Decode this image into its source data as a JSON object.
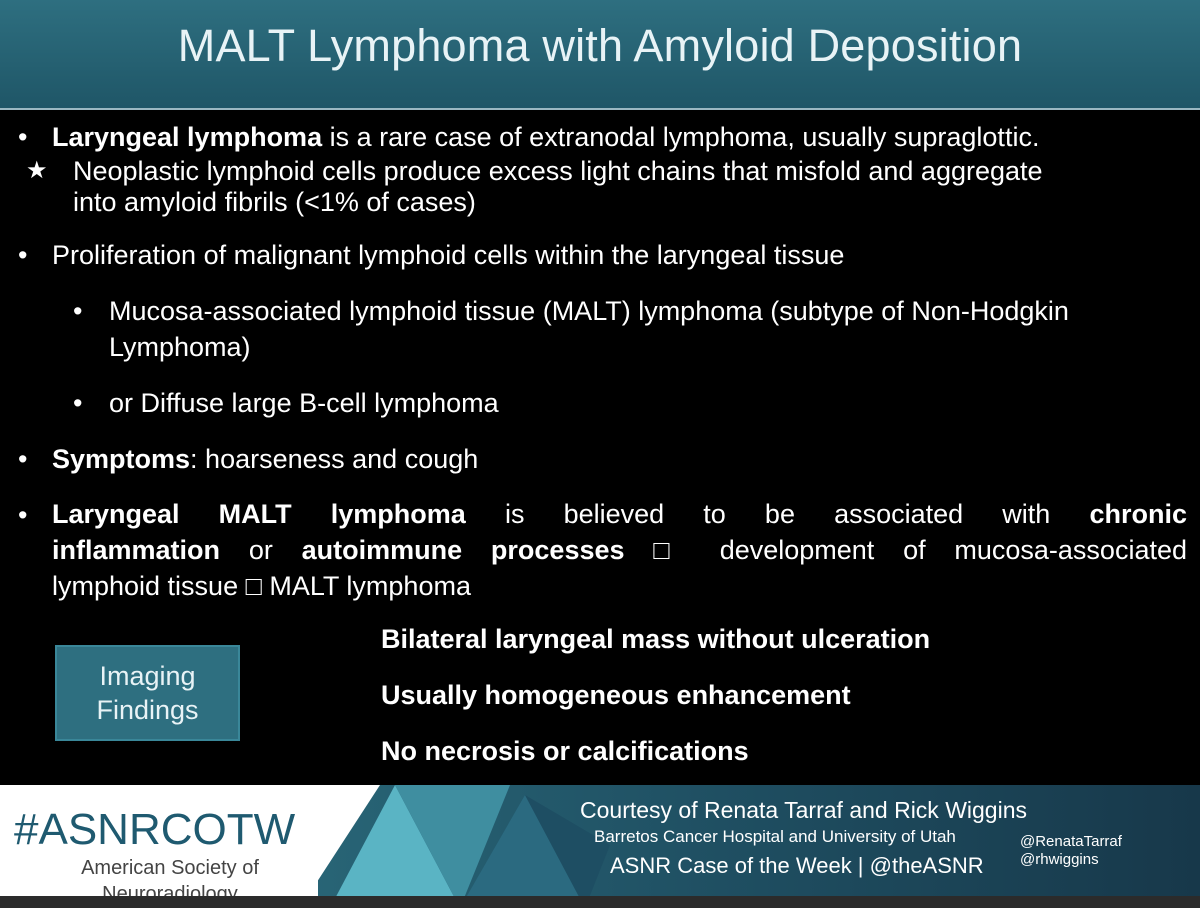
{
  "slide": {
    "title": "MALT Lymphoma with Amyloid Deposition"
  },
  "bullets": {
    "b1_bold": "Laryngeal lymphoma",
    "b1_rest": " is a rare case of extranodal lymphoma, usually supraglottic.",
    "star_line1": "Neoplastic lymphoid cells produce excess light chains that misfold and aggregate",
    "star_line2": "into amyloid fibrils (<1% of cases)",
    "b2": "Proliferation of malignant lymphoid cells within the laryngeal tissue",
    "b2_sub1_line1": "Mucosa-associated lymphoid tissue (MALT) lymphoma (subtype of Non-Hodgkin",
    "b2_sub1_line2": "Lymphoma)",
    "b2_sub2": "or Diffuse large B-cell lymphoma",
    "b3_bold": "Symptoms",
    "b3_rest": ": hoarseness and cough",
    "b4_l1_bold1": "Laryngeal MALT lymphoma",
    "b4_l1_text": "is believed to be associated with",
    "b4_l1_bold2": "chronic",
    "b4_l2_bold1": "inflammation",
    "b4_l2_or": "or",
    "b4_l2_bold2": "autoimmune processes",
    "b4_l2_text": "□ development of mucosa-associated",
    "b4_l3": "lymphoid tissue □ MALT lymphoma"
  },
  "imaging": {
    "label_line1": "Imaging",
    "label_line2": "Findings",
    "findings": [
      "Bilateral laryngeal mass without ulceration",
      "Usually homogeneous enhancement",
      "No necrosis or calcifications"
    ]
  },
  "footer": {
    "hashtag": "#ASNRCOTW",
    "society_line1": "American Society of",
    "society_line2": "Neuroradiology",
    "courtesy": "Courtesy of Renata Tarraf and Rick Wiggins",
    "institutions": "Barretos Cancer Hospital and University of Utah",
    "case_of_week": "ASNR Case of the Week  |  @theASNR",
    "handle1": "@RenataTarraf",
    "handle2": "@rhwiggins"
  },
  "colors": {
    "header_teal": "#2e6f80",
    "logo_blue": "#1f5a70"
  }
}
